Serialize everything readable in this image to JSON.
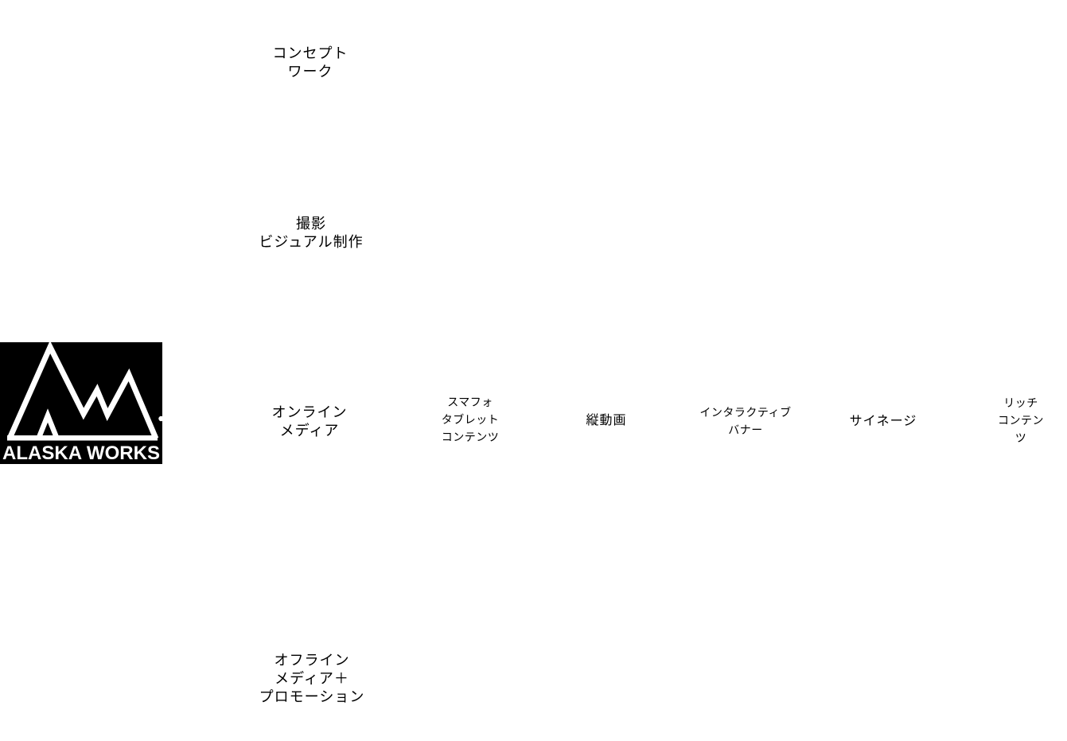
{
  "logo": {
    "wordmark": "ALASKA WORKS",
    "bg_color": "#000000",
    "fg_color": "#ffffff"
  },
  "colors": {
    "page_background": "#ffffff",
    "text": "#000000"
  },
  "categories": [
    {
      "id": "concept-work",
      "label": "コンセプト\nワーク"
    },
    {
      "id": "photo-visual",
      "label": "撮影\nビジュアル制作"
    },
    {
      "id": "online-media",
      "label": "オンライン\nメディア"
    },
    {
      "id": "offline-media",
      "label": "オフライン\nメディア＋\nプロモーション"
    }
  ],
  "online_media_items": [
    {
      "id": "smartphone-tablet-content",
      "label": "スマフォ\nタブレット\nコンテンツ"
    },
    {
      "id": "vertical-video",
      "label": "縦動画"
    },
    {
      "id": "interactive-banner",
      "label": "インタラクティブ\nバナー"
    },
    {
      "id": "signage",
      "label": "サイネージ"
    },
    {
      "id": "rich-content",
      "label": "リッチ\nコンテンツ"
    }
  ]
}
